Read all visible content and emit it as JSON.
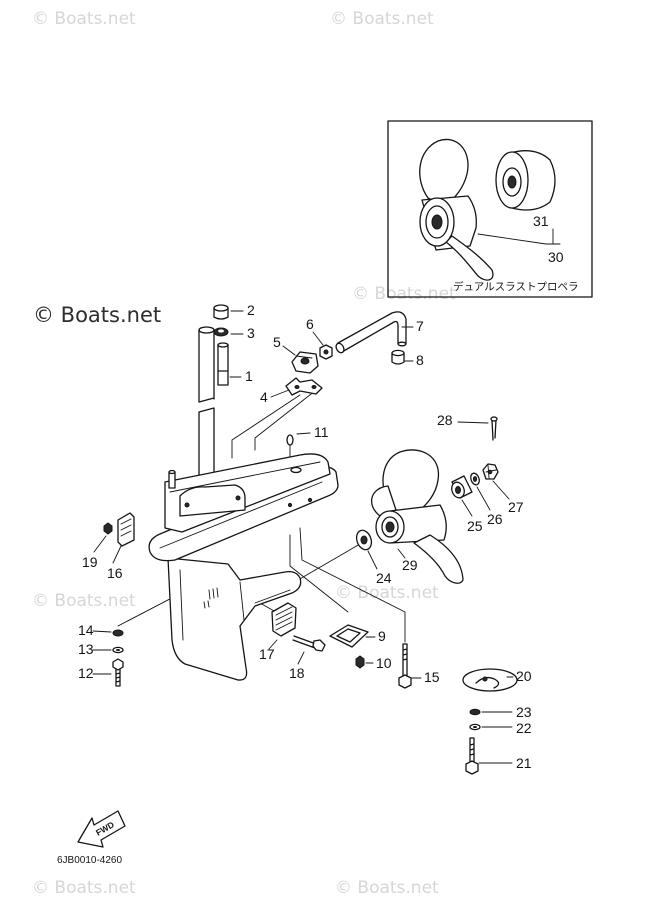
{
  "watermark": "© Boats.net",
  "inset": {
    "caption": "デュアルスラストプロペラ"
  },
  "callouts": [
    "1",
    "2",
    "3",
    "4",
    "5",
    "6",
    "7",
    "8",
    "9",
    "10",
    "11",
    "12",
    "13",
    "14",
    "15",
    "16",
    "17",
    "18",
    "19",
    "20",
    "21",
    "22",
    "23",
    "24",
    "25",
    "26",
    "27",
    "28",
    "29",
    "30",
    "31"
  ],
  "drawing_code": "6JB0010-4260",
  "fwd_label": "FWD",
  "colors": {
    "line": "#151515",
    "watermark": "#d6d6d6",
    "background": "#ffffff"
  }
}
